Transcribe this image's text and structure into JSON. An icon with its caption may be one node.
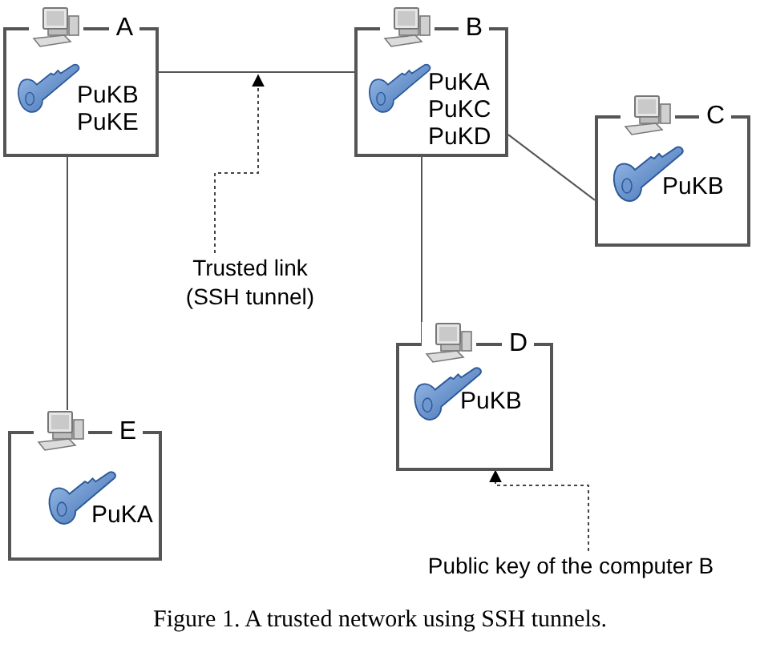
{
  "diagram": {
    "caption": "Figure 1.  A trusted network using SSH tunnels.",
    "nodes": [
      {
        "text": [
          "A",
          "PuKB",
          "PuKE"
        ]
      },
      {
        "text": [
          "B",
          "PuKA",
          "PuKC",
          "PuKD"
        ]
      },
      {
        "text": [
          "C",
          "PuKB"
        ]
      },
      {
        "text": [
          "D",
          "PuKB"
        ]
      },
      {
        "text": [
          "E",
          "PuKA"
        ]
      },
      {
        "text": [
          "Trusted link (SSH tunnel)"
        ]
      },
      {
        "text": [
          "Public key of the computer B"
        ]
      }
    ],
    "edges": [
      {
        "from": 0,
        "to": 1,
        "arrow": "none"
      },
      {
        "from": 1,
        "to": 2,
        "arrow": "none"
      },
      {
        "from": 1,
        "to": 3,
        "arrow": "none"
      },
      {
        "from": 0,
        "to": 4,
        "arrow": "none"
      },
      {
        "from": 5,
        "to": null,
        "arrow": "to",
        "style": "dashed"
      },
      {
        "from": 6,
        "to": 3,
        "arrow": "to",
        "style": "dashed"
      }
    ]
  }
}
